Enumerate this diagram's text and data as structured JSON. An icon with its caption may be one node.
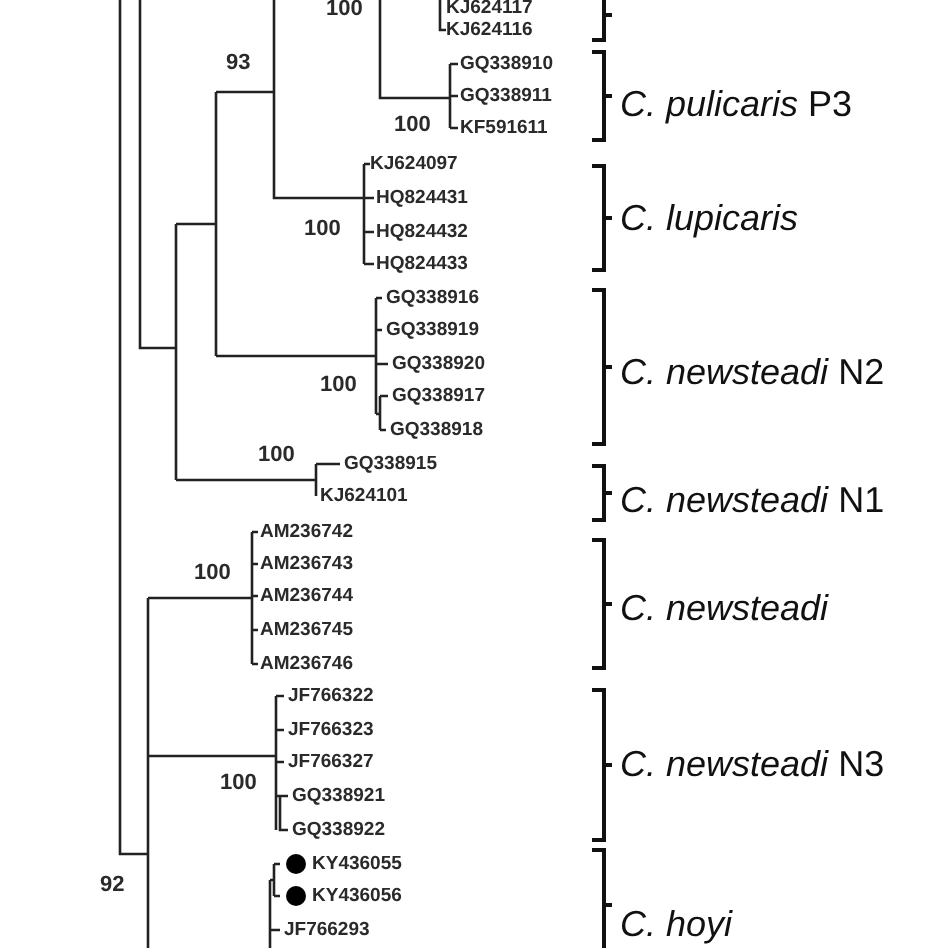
{
  "diagram": {
    "labels": [
      "KJ624117",
      "100",
      "KJ624116",
      "GQ338910",
      "93",
      "*C. pulicaris* P3",
      "GQ338911",
      "100",
      "KF591611",
      "KJ624097",
      "HQ824431",
      "*C. lupicaris*",
      "100",
      "HQ824432",
      "HQ824433",
      "GQ338916",
      "GQ338919",
      "GQ338920",
      "*C. newsteadi* N2",
      "100",
      "GQ338917",
      "GQ338918",
      "100",
      "GQ338915",
      "KJ624101",
      "*C. newsteadi* N1",
      "AM236742",
      "AM236743",
      "100",
      "AM236744",
      "*C. newsteadi*",
      "AM236745",
      "AM236746",
      "JF766322",
      "JF766323",
      "JF766327",
      "*C. newsteadi* N3",
      "100",
      "GQ338921",
      "GQ338922",
      "KY436055",
      "92",
      "KY436056",
      "JF766293",
      "*C. hoyi*"
    ]
  }
}
